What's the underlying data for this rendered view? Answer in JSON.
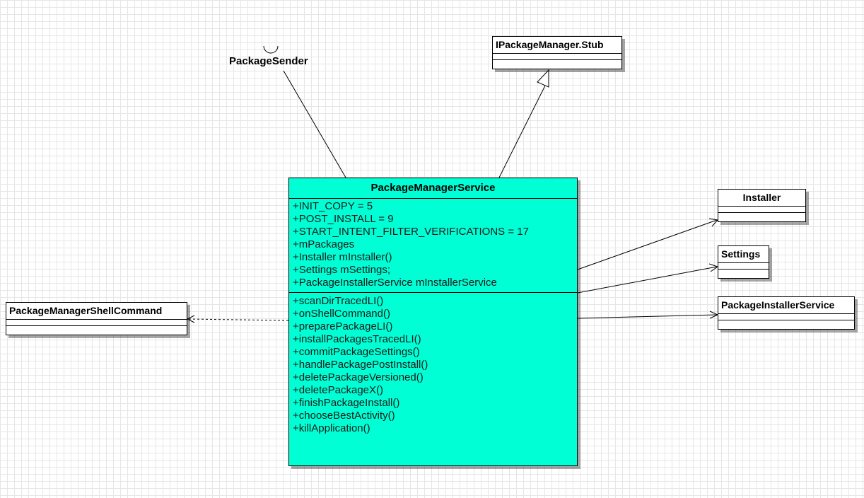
{
  "diagram": {
    "main_class": {
      "name": "PackageManagerService",
      "fill_color": "#00ffd5",
      "attributes": [
        "+INIT_COPY = 5",
        "+POST_INSTALL = 9",
        "+START_INTENT_FILTER_VERIFICATIONS = 17",
        "+mPackages",
        "+Installer mInstaller()",
        "+Settings mSettings;",
        "+PackageInstallerService mInstallerService"
      ],
      "operations": [
        "+scanDirTracedLI()",
        "+onShellCommand()",
        "+preparePackageLI()",
        "+installPackagesTracedLI()",
        "+commitPackageSettings()",
        "+handlePackagePostInstall()",
        "+deletePackageVersioned()",
        "+deletePackageX()",
        "+finishPackageInstall()",
        "+chooseBestActivity()",
        "+killApplication()"
      ]
    },
    "superclass": {
      "name": "IPackageManager.Stub"
    },
    "required_interface": {
      "name": "PackageSender"
    },
    "dependency_class": {
      "name": "PackageManagerShellCommand"
    },
    "associated_classes": [
      {
        "name": "Installer"
      },
      {
        "name": "Settings"
      },
      {
        "name": "PackageInstallerService"
      }
    ],
    "relationships": [
      {
        "from": "PackageManagerService",
        "to": "IPackageManager.Stub",
        "kind": "generalization"
      },
      {
        "from": "PackageManagerService",
        "to": "PackageSender",
        "kind": "required-interface"
      },
      {
        "from": "PackageManagerService",
        "to": "PackageManagerShellCommand",
        "kind": "dependency"
      },
      {
        "from": "PackageManagerService",
        "to": "Installer",
        "kind": "directed-association"
      },
      {
        "from": "PackageManagerService",
        "to": "Settings",
        "kind": "directed-association"
      },
      {
        "from": "PackageManagerService",
        "to": "PackageInstallerService",
        "kind": "directed-association"
      }
    ]
  }
}
